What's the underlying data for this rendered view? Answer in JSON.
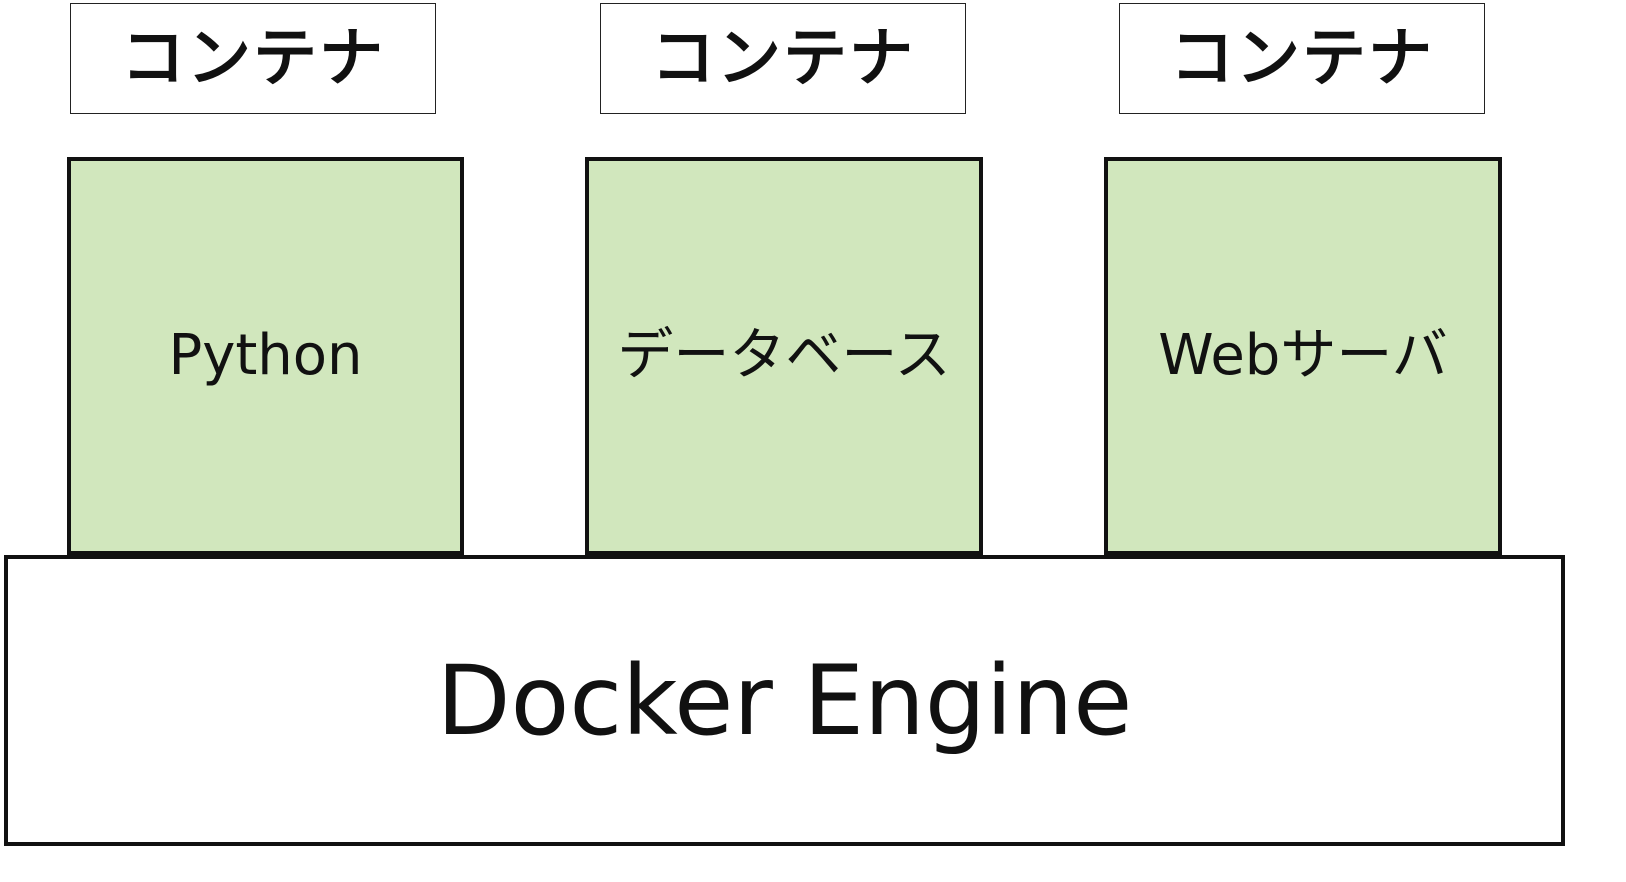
{
  "diagram": {
    "container_labels": [
      "コンテナ",
      "コンテナ",
      "コンテナ"
    ],
    "containers": [
      {
        "label": "Python"
      },
      {
        "label": "データベース"
      },
      {
        "label": "Webサーバ"
      }
    ],
    "engine": {
      "label": "Docker Engine"
    },
    "colors": {
      "container_fill": "#d1e7bd",
      "border": "#111111",
      "background": "#ffffff"
    }
  }
}
